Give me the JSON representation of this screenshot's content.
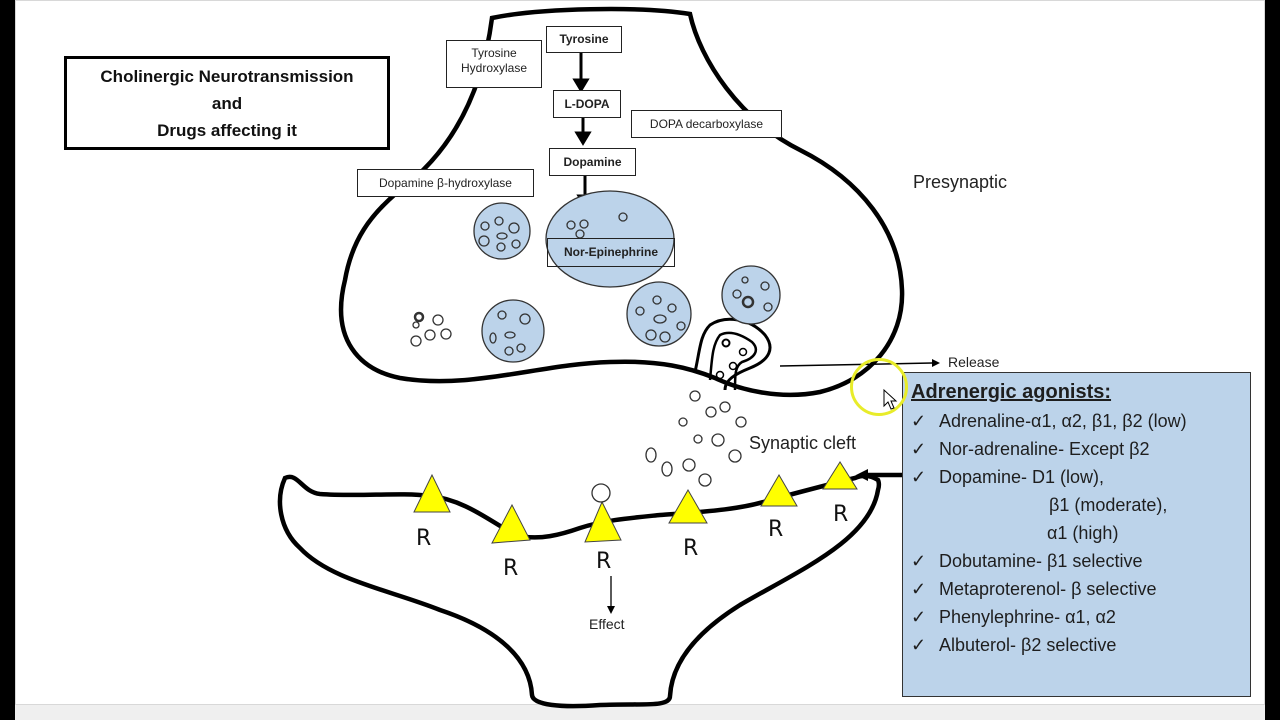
{
  "title": {
    "line1": "Cholinergic Neurotransmission",
    "line2": "and",
    "line3": "Drugs affecting it"
  },
  "pathway": {
    "tyrosine": "Tyrosine",
    "ldopa": "L-DOPA",
    "dopamine": "Dopamine",
    "norepinephrine": "Nor-Epinephrine"
  },
  "enzymes": {
    "tyrosine_hydroxylase_1": "Tyrosine",
    "tyrosine_hydroxylase_2": "Hydroxylase",
    "dopa_decarboxylase": "DOPA decarboxylase",
    "dopamine_b_hydroxylase": "Dopamine β-hydroxylase"
  },
  "labels": {
    "presynaptic": "Presynaptic",
    "release": "Release",
    "synaptic_cleft": "Synaptic cleft",
    "effect": "Effect",
    "receptor": "R"
  },
  "agonists": {
    "title": "Adrenergic agonists:",
    "check": "✓",
    "items": [
      {
        "text": "Adrenaline-α1, α2, β1, β2 (low)",
        "continuation": []
      },
      {
        "text": "Nor-adrenaline- Except β2",
        "continuation": []
      },
      {
        "text": "Dopamine- D1 (low),",
        "continuation": [
          "β1 (moderate),",
          "α1 (high)"
        ]
      },
      {
        "text": "Dobutamine- β1 selective",
        "continuation": []
      },
      {
        "text": "Metaproterenol- β selective",
        "continuation": []
      },
      {
        "text": "Phenylephrine- α1, α2",
        "continuation": []
      },
      {
        "text": "Albuterol- β2 selective",
        "continuation": []
      }
    ]
  },
  "colors": {
    "vesicle_fill": "#bcd3ea",
    "receptor_fill": "#ffff00",
    "agonist_box_fill": "#bcd3ea",
    "cursor_highlight": "#e8ec2a"
  }
}
